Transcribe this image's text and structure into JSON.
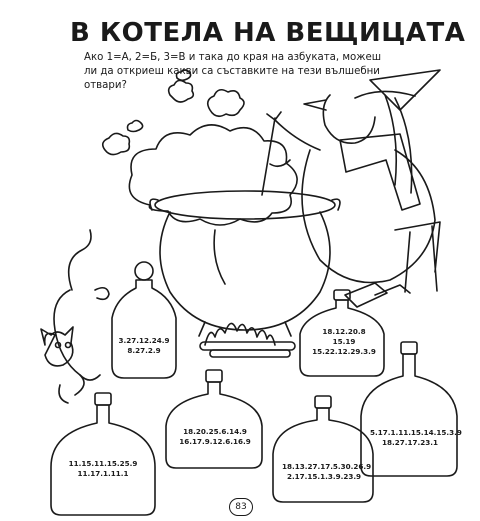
{
  "title": "В КОТЕЛА НА ВЕЩИЦАТА",
  "instructions": "Ако 1=А, 2=Б, 3=В и така до края на азбуката, можеш ли да откриеш какви са съставките на тези вълшебни отвари?",
  "bottles": [
    {
      "lines": [
        "3.27.12.24.9",
        "8.27.2.9"
      ]
    },
    {
      "lines": [
        "18.12.20.8",
        "15.19",
        "15.22.12.29.3.9"
      ]
    },
    {
      "lines": [
        "11.15.11.15.25.9",
        "11.17.1.11.1"
      ]
    },
    {
      "lines": [
        "18.20.25.6.14.9",
        "16.17.9.12.6.16.9"
      ]
    },
    {
      "lines": [
        "18.13.27.17.5.30.26.9",
        "2.17.15.1.3.9.23.9"
      ]
    },
    {
      "lines": [
        "5.17.1.11.15.14.15.3.9",
        "18.27.17.23.1"
      ]
    }
  ],
  "page_number": "83"
}
